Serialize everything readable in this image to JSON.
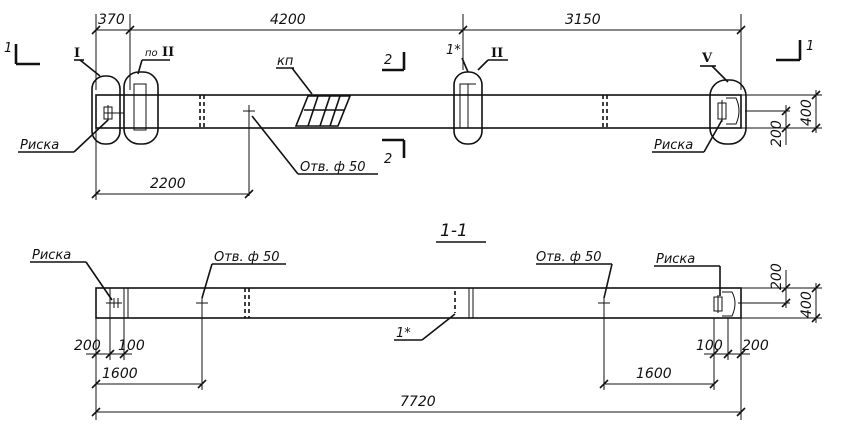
{
  "plan": {
    "dims_top": {
      "d1": "370",
      "d2": "4200",
      "d3": "3150"
    },
    "section_marks": {
      "left": "1",
      "right": "1",
      "cut_top": "2",
      "cut_bottom": "2"
    },
    "callouts": {
      "node_I": "I",
      "node_po_II_prefix": "по",
      "node_po_II": "II",
      "kp": "кп",
      "one_star": "1*",
      "node_II": "II",
      "node_V": "V"
    },
    "riska_left": "Риска",
    "riska_right": "Риска",
    "hole": "Отв. ф 50",
    "dim_2200": "2200",
    "dim_200": "200",
    "dim_400": "400"
  },
  "section": {
    "title": "1-1",
    "riska_left": "Риска",
    "riska_right": "Риска",
    "hole_left": "Отв. ф 50",
    "hole_right": "Отв. ф 50",
    "one_star": "1*",
    "dim_200_left": "200",
    "dim_100_left": "100",
    "dim_1600_left": "1600",
    "dim_100_right": "100",
    "dim_200_right": "200",
    "dim_1600_right": "1600",
    "dim_200_vert": "200",
    "dim_400_vert": "400",
    "dim_total": "7720"
  }
}
